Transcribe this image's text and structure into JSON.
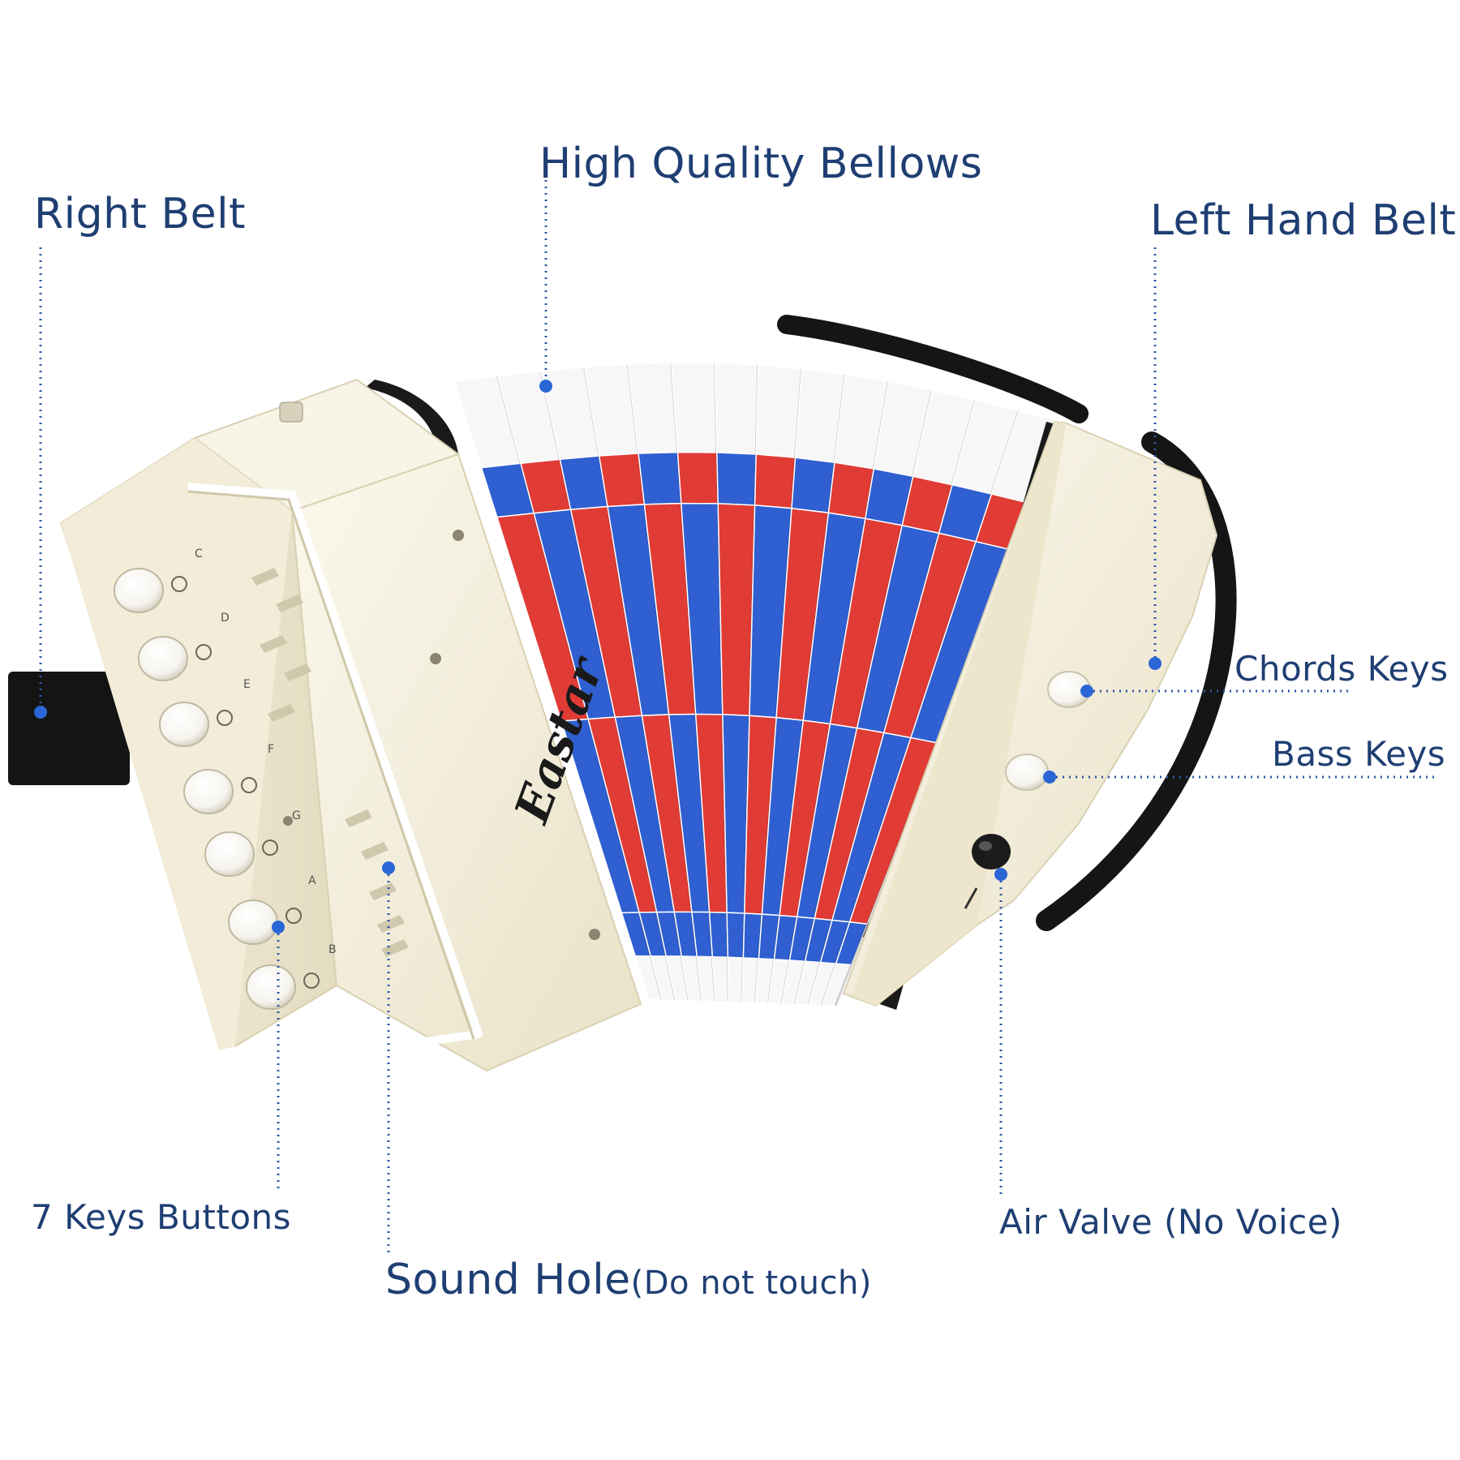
{
  "labels": {
    "right_belt": "Right Belt",
    "bellows": "High Quality Bellows",
    "left_hand_belt": "Left Hand Belt",
    "chords_keys": "Chords Keys",
    "bass_keys": "Bass Keys",
    "keys_buttons": "7 Keys Buttons",
    "sound_hole": "Sound Hole",
    "sound_hole_note": "(Do not touch)",
    "air_valve": "Air Valve (No Voice)"
  },
  "brand": "Eastar",
  "note_letters": [
    "C",
    "D",
    "E",
    "F",
    "G",
    "A",
    "B"
  ],
  "colors": {
    "label_text": "#1f3f73",
    "leader_line": "#2f57a8",
    "leader_dot": "#2a66d6",
    "body": "#f3eedc",
    "bellows_red": "#e03b35",
    "bellows_blue": "#2f5fd0",
    "bellows_white": "#f7f7f7",
    "strap": "#151515"
  }
}
